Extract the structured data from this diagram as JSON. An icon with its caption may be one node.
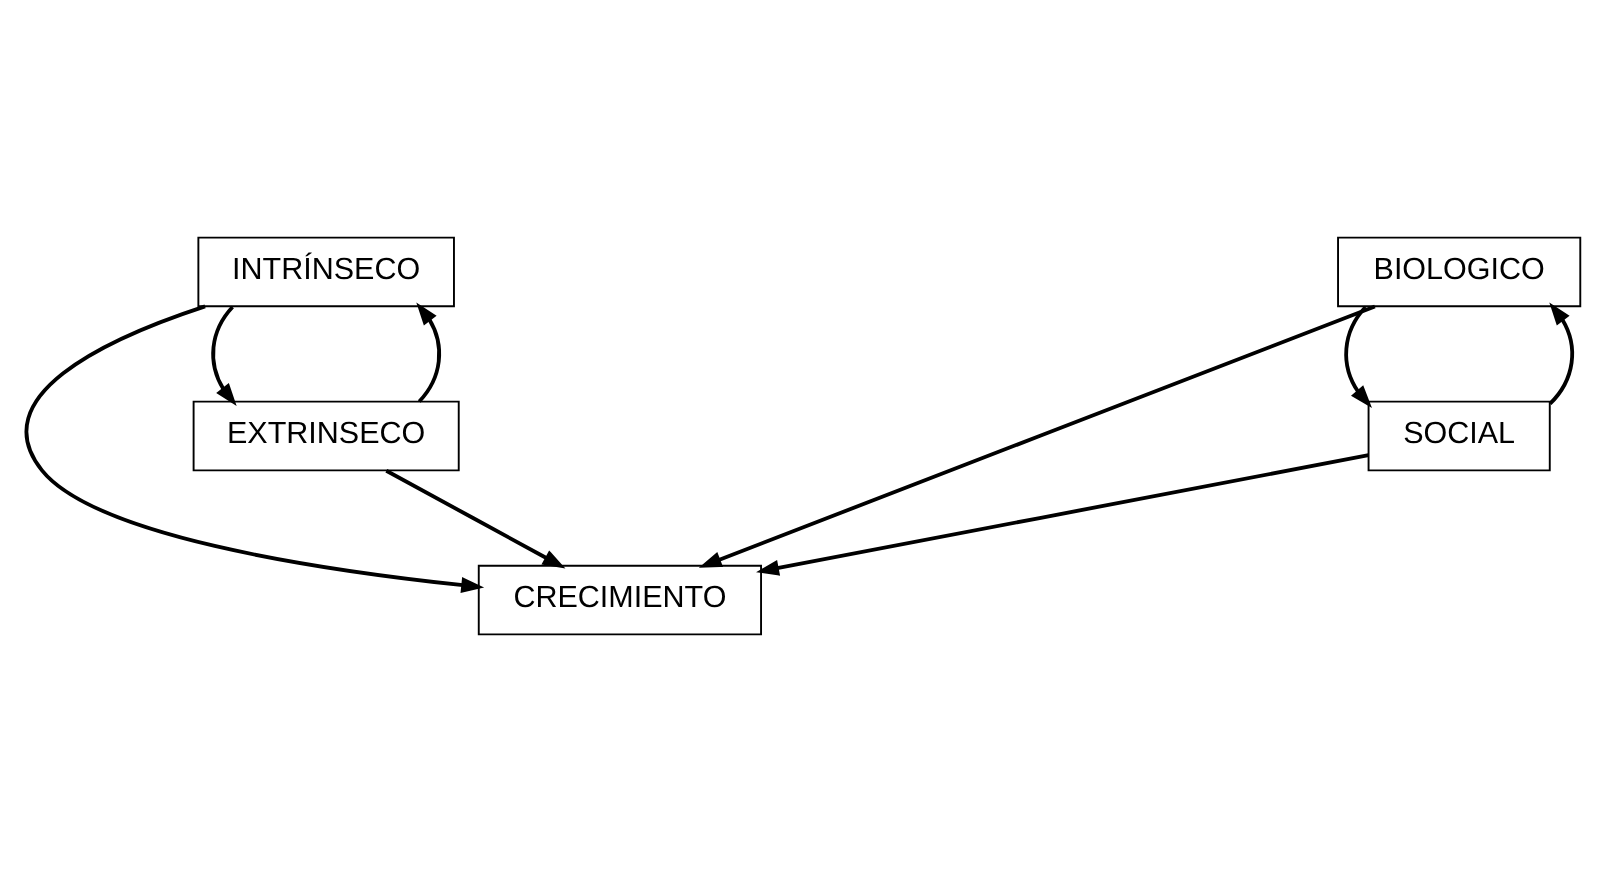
{
  "diagram": {
    "nodes": [
      {
        "text": [
          "INTRÍNSECO"
        ]
      },
      {
        "text": [
          "BIOLOGICO"
        ]
      },
      {
        "text": [
          "CRECIMIENTO"
        ]
      },
      {
        "text": [
          "EXTRINSECO"
        ]
      },
      {
        "text": [
          "SOCIAL"
        ]
      }
    ],
    "edges": [
      {
        "from": 0,
        "to": 3,
        "arrow": "to"
      },
      {
        "from": 3,
        "to": 0,
        "arrow": "to"
      },
      {
        "from": 0,
        "to": 2,
        "arrow": "to"
      },
      {
        "from": 1,
        "to": 2,
        "arrow": "to"
      },
      {
        "from": 1,
        "to": 4,
        "arrow": "to"
      },
      {
        "from": 4,
        "to": 1,
        "arrow": "to"
      },
      {
        "from": 3,
        "to": 2,
        "arrow": "to"
      },
      {
        "from": 4,
        "to": 2,
        "arrow": "to"
      }
    ]
  }
}
